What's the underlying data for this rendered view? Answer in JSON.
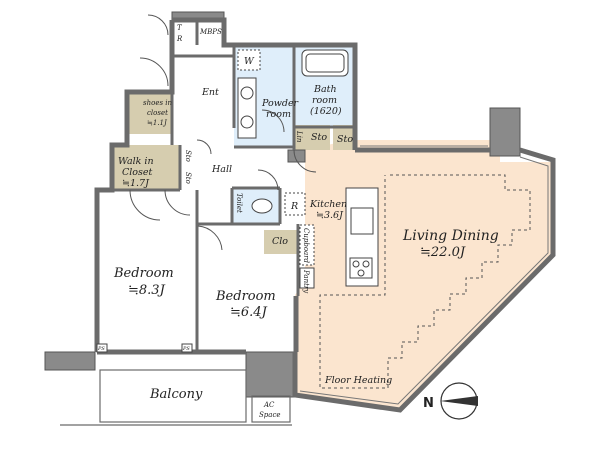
{
  "rooms": {
    "mbps": "MBPS",
    "t": "T",
    "r_small": "R",
    "ent": "Ent",
    "shoes_line1": "shoes in",
    "shoes_line2": "closet",
    "shoes_area": "≒1.1J",
    "wic_line1": "Walk in",
    "wic_line2": "Closet",
    "wic_area": "≒1.7J",
    "sto1": "Sto",
    "sto2": "Sto",
    "sto3": "Sto",
    "sto4": "Sto",
    "hall": "Hall",
    "powder_line1": "Powder",
    "powder_line2": "room",
    "w": "W",
    "bath_line1": "Bath",
    "bath_line2": "room",
    "bath_line3": "(1620)",
    "lin": "Lin",
    "toilet": "Toilet",
    "r_fridge": "R",
    "kitchen": "Kitchen",
    "kitchen_area": "≒3.6J",
    "cupboard": "Cupboard",
    "pantry": "Pantry",
    "clo": "Clo",
    "living": "Living Dining",
    "living_area": "≒22.0J",
    "bedroom1": "Bedroom",
    "bedroom1_area": "≒8.3J",
    "bedroom2": "Bedroom",
    "bedroom2_area": "≒6.4J",
    "ps1": "PS",
    "ps2": "PS",
    "floor_heating": "Floor Heating",
    "balcony": "Balcony",
    "ac_line1": "AC",
    "ac_line2": "Space",
    "north": "N"
  },
  "colors": {
    "living_fill": "#fbe5cf",
    "wet_fill": "#dfeefa",
    "closet_fill": "#d6cdaf",
    "wall": "#6b6b6b",
    "column": "#8a8a8a"
  }
}
